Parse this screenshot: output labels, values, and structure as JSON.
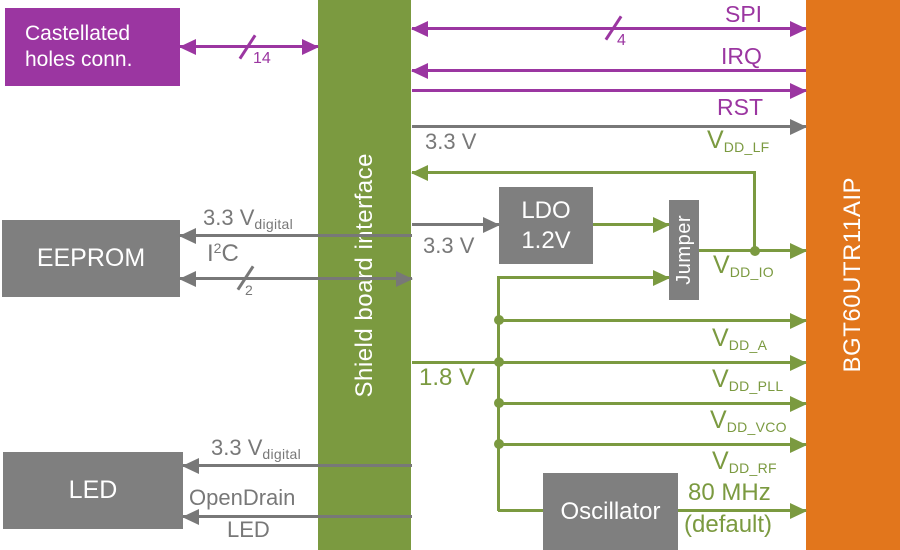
{
  "blocks": {
    "castellated_holes": {
      "line1": "Castellated",
      "line2": "holes conn."
    },
    "eeprom": {
      "label": "EEPROM"
    },
    "led": {
      "label": "LED"
    },
    "shield_interface": {
      "label": "Shield board interface"
    },
    "ldo": {
      "line1": "LDO",
      "line2": "1.2V"
    },
    "jumper": {
      "label": "Jumper"
    },
    "oscillator": {
      "label": "Oscillator"
    },
    "radar_ic": {
      "label": "BGT60UTR11AIP"
    }
  },
  "signals": {
    "bus14": {
      "bus_width": "14"
    },
    "spi": {
      "label": "SPI",
      "bus_width": "4"
    },
    "irq": {
      "label": "IRQ"
    },
    "rst": {
      "label": "RST"
    },
    "vdd_lf": {
      "voltage": "3.3 V",
      "name_main": "V",
      "name_sub": "DD_LF"
    },
    "ldo_in": {
      "voltage": "3.3 V"
    },
    "vdd_io": {
      "name_main": "V",
      "name_sub": "DD_IO"
    },
    "v1_8": {
      "label": "1.8 V"
    },
    "vdd_a": {
      "name_main": "V",
      "name_sub": "DD_A"
    },
    "vdd_pll": {
      "name_main": "V",
      "name_sub": "DD_PLL"
    },
    "vdd_vco": {
      "name_main": "V",
      "name_sub": "DD_VCO"
    },
    "vdd_rf": {
      "name_main": "V",
      "name_sub": "DD_RF"
    },
    "osc_out": {
      "line1": "80 MHz",
      "line2": "(default)"
    },
    "eeprom_pwr": {
      "voltage": "3.3 V",
      "sub": "digital"
    },
    "i2c": {
      "base": "I",
      "sup": "2",
      "suffix": "C",
      "bus_width": "2"
    },
    "led_pwr": {
      "voltage": "3.3 V",
      "sub": "digital"
    },
    "led_sig": {
      "line1": "OpenDrain",
      "line2": "LED"
    }
  },
  "colors": {
    "purple": "#9b36a1",
    "green": "#7b9a40",
    "orange": "#e2761c",
    "gray_box": "#7f7f7f",
    "gray_line": "#787878"
  }
}
